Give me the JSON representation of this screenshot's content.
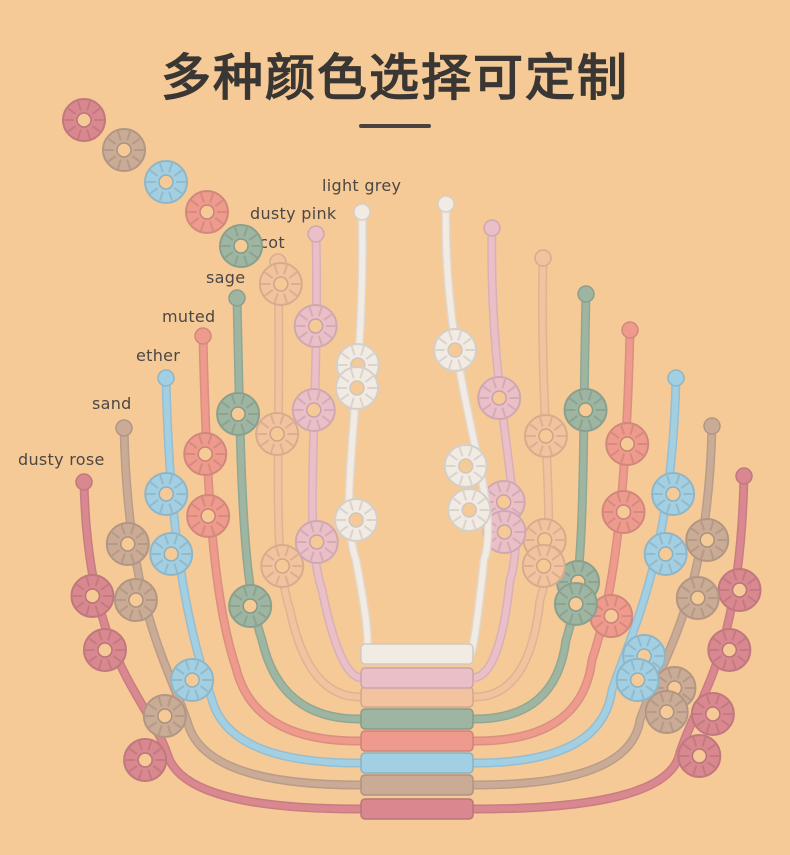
{
  "headline": "多种颜色选择可定制",
  "colors": [
    {
      "label": "light grey",
      "hex": "#f1ebe3"
    },
    {
      "label": "dusty pink",
      "hex": "#ebbfc8"
    },
    {
      "label": "apricot",
      "hex": "#f3c39f"
    },
    {
      "label": "sage",
      "hex": "#9db5a1"
    },
    {
      "label": "muted",
      "hex": "#ee9a8d"
    },
    {
      "label": "ether",
      "hex": "#a3cfe2"
    },
    {
      "label": "sand",
      "hex": "#c9ab96"
    },
    {
      "label": "dusty rose",
      "hex": "#d9888f"
    }
  ]
}
